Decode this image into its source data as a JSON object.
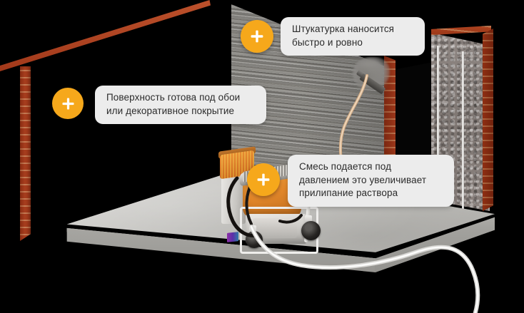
{
  "scene": {
    "title": "Машинная штукатурка — схема помещения",
    "alt": "Изометрическая комната с оштукатуренными стенами и штукатурной станцией"
  },
  "theme": {
    "accent": "#f6a81b",
    "bubble_bg": "#ececec",
    "bubble_text": "#2b2b2b",
    "background": "#000000",
    "brick": "#c4714c",
    "plaster": "#b4b3b0",
    "floor": "#c2c1bd",
    "machine_hopper": "#e2872a"
  },
  "callouts": [
    {
      "id": "callout-1",
      "icon": "plus-icon",
      "text": "Штукатурка наносится\nбыстро и ровно"
    },
    {
      "id": "callout-2",
      "icon": "plus-icon",
      "text": "Поверхность готова под обои\nили декоративное покрытие"
    },
    {
      "id": "callout-3",
      "icon": "plus-icon",
      "text": "Смесь подается под\nдавлением это увеличивает\nприлипание раствора"
    }
  ],
  "objects": {
    "wall_left": "Левая оштукатуренная стена",
    "wall_right": "Задняя оштукатуренная стена",
    "wall_far": "Стена с черновой штукатуркой и маяками",
    "doorway": "Дверной проём",
    "floor": "Бетонная плита пола",
    "machine": "Штукатурная станция",
    "spray_gun": "Распылитель раствора",
    "hose": "Растворный шланг",
    "cable": "Питающий кабель"
  }
}
